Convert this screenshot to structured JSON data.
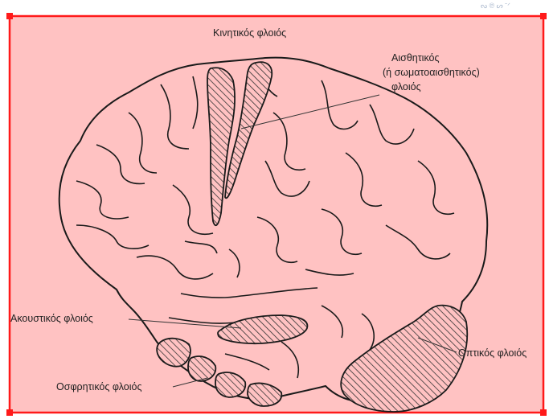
{
  "colors": {
    "frame": "#ff1a1a",
    "background_fill": "#ffc2c2",
    "outline": "#1a1a1a",
    "hatch": "#333333"
  },
  "corner_snippet": "ᔓ ℗ ᔕ ˉᐟ",
  "labels": {
    "motor": "Κινητικός φλοιός",
    "sensory_line1": "Αισθητικός",
    "sensory_line2": "(ή σωματοαισθητικός)",
    "sensory_line3": "φλοιός",
    "auditory": "Ακουστικός φλοιός",
    "visual": "Οπτικός φλοιός",
    "olfactory": "Οσφρητικός φλοιός"
  }
}
